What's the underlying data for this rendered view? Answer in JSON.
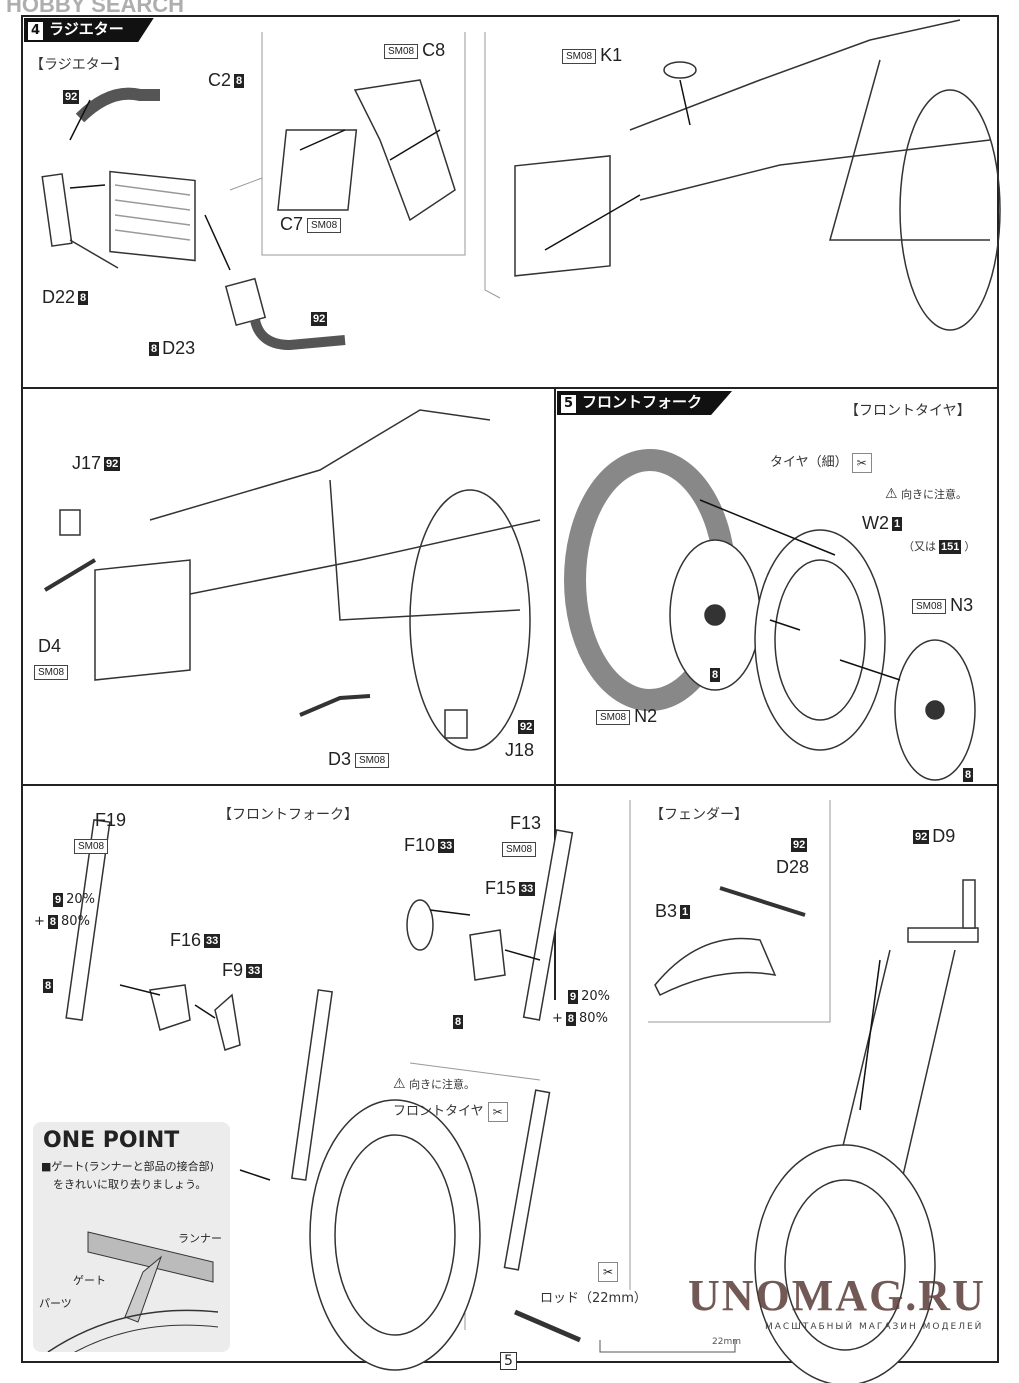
{
  "watermarks": {
    "hobby_search": "HOBBY SEARCH",
    "unomag": "UNOMAG.RU",
    "unomag_sub": "МАСШТАБНЫЙ МАГАЗИН МОДЕЛЕЙ"
  },
  "step4": {
    "number": "4",
    "title": "ラジエター",
    "sub_heading": "【ラジエター】",
    "parts": {
      "c2": {
        "label": "C2",
        "color": "8"
      },
      "hose_top_color": "92",
      "c8": {
        "label": "C8",
        "color": "SM08"
      },
      "c7": {
        "label": "C7",
        "color": "SM08"
      },
      "d22": {
        "label": "D22",
        "color": "8"
      },
      "d23": {
        "label": "D23",
        "color": "8"
      },
      "hose_bottom_color": "92",
      "k1": {
        "label": "K1",
        "color": "SM08"
      },
      "j17": {
        "label": "J17",
        "color": "92"
      },
      "d4": {
        "label": "D4",
        "color": "SM08"
      },
      "d3": {
        "label": "D3",
        "color": "SM08"
      },
      "j18": {
        "label": "J18",
        "color": "92"
      }
    }
  },
  "step5": {
    "number": "5",
    "title": "フロントフォーク",
    "tire_heading": "【フロントタイヤ】",
    "tire_label": "タイヤ（細）",
    "caution": "向きに注意。",
    "w2": {
      "label": "W2",
      "color": "1",
      "alt_prefix": "（又は",
      "alt_color": "151",
      "alt_suffix": "）"
    },
    "n3": {
      "label": "N3",
      "color": "SM08"
    },
    "n2": {
      "label": "N2",
      "color": "SM08"
    },
    "hub_color": "8",
    "disc_color": "8",
    "fork_heading": "【フロントフォーク】",
    "f19": {
      "label": "F19",
      "color": "SM08"
    },
    "mix_left": {
      "c1": "9",
      "p1": "20%",
      "plus": "+",
      "c2": "8",
      "p2": "80%"
    },
    "f19_bottom_color": "8",
    "f16": {
      "label": "F16",
      "color": "33"
    },
    "f9": {
      "label": "F9",
      "color": "33"
    },
    "f10": {
      "label": "F10",
      "color": "33"
    },
    "f13": {
      "label": "F13",
      "color": "SM08"
    },
    "f15": {
      "label": "F15",
      "color": "33"
    },
    "mix_right": {
      "c1": "9",
      "p1": "20%",
      "plus": "+",
      "c2": "8",
      "p2": "80%"
    },
    "f13_bottom_color": "8",
    "caution2": "向きに注意。",
    "front_tire": "フロントタイヤ",
    "rod": "ロッド（22mm）",
    "rod_scale": "22mm",
    "fender_heading": "【フェンダー】",
    "d28": {
      "label": "D28",
      "color": "92"
    },
    "b3": {
      "label": "B3",
      "color": "1"
    },
    "d9": {
      "label": "D9",
      "color": "92"
    }
  },
  "one_point": {
    "title": "ONE POINT",
    "text1": "■ゲート(ランナーと部品の接合部)",
    "text2": "をきれいに取り去りましょう。",
    "runner": "ランナー",
    "gate": "ゲート",
    "parts": "パーツ"
  },
  "page_number": "5",
  "icons": [
    "warning-icon",
    "cutter-icon",
    "arrow-icon"
  ],
  "colors": {
    "ink": "#222222",
    "hose_gray": "#9a9a9a",
    "onepoint_bg": "#ececec",
    "watermark": "#5a3c37"
  }
}
